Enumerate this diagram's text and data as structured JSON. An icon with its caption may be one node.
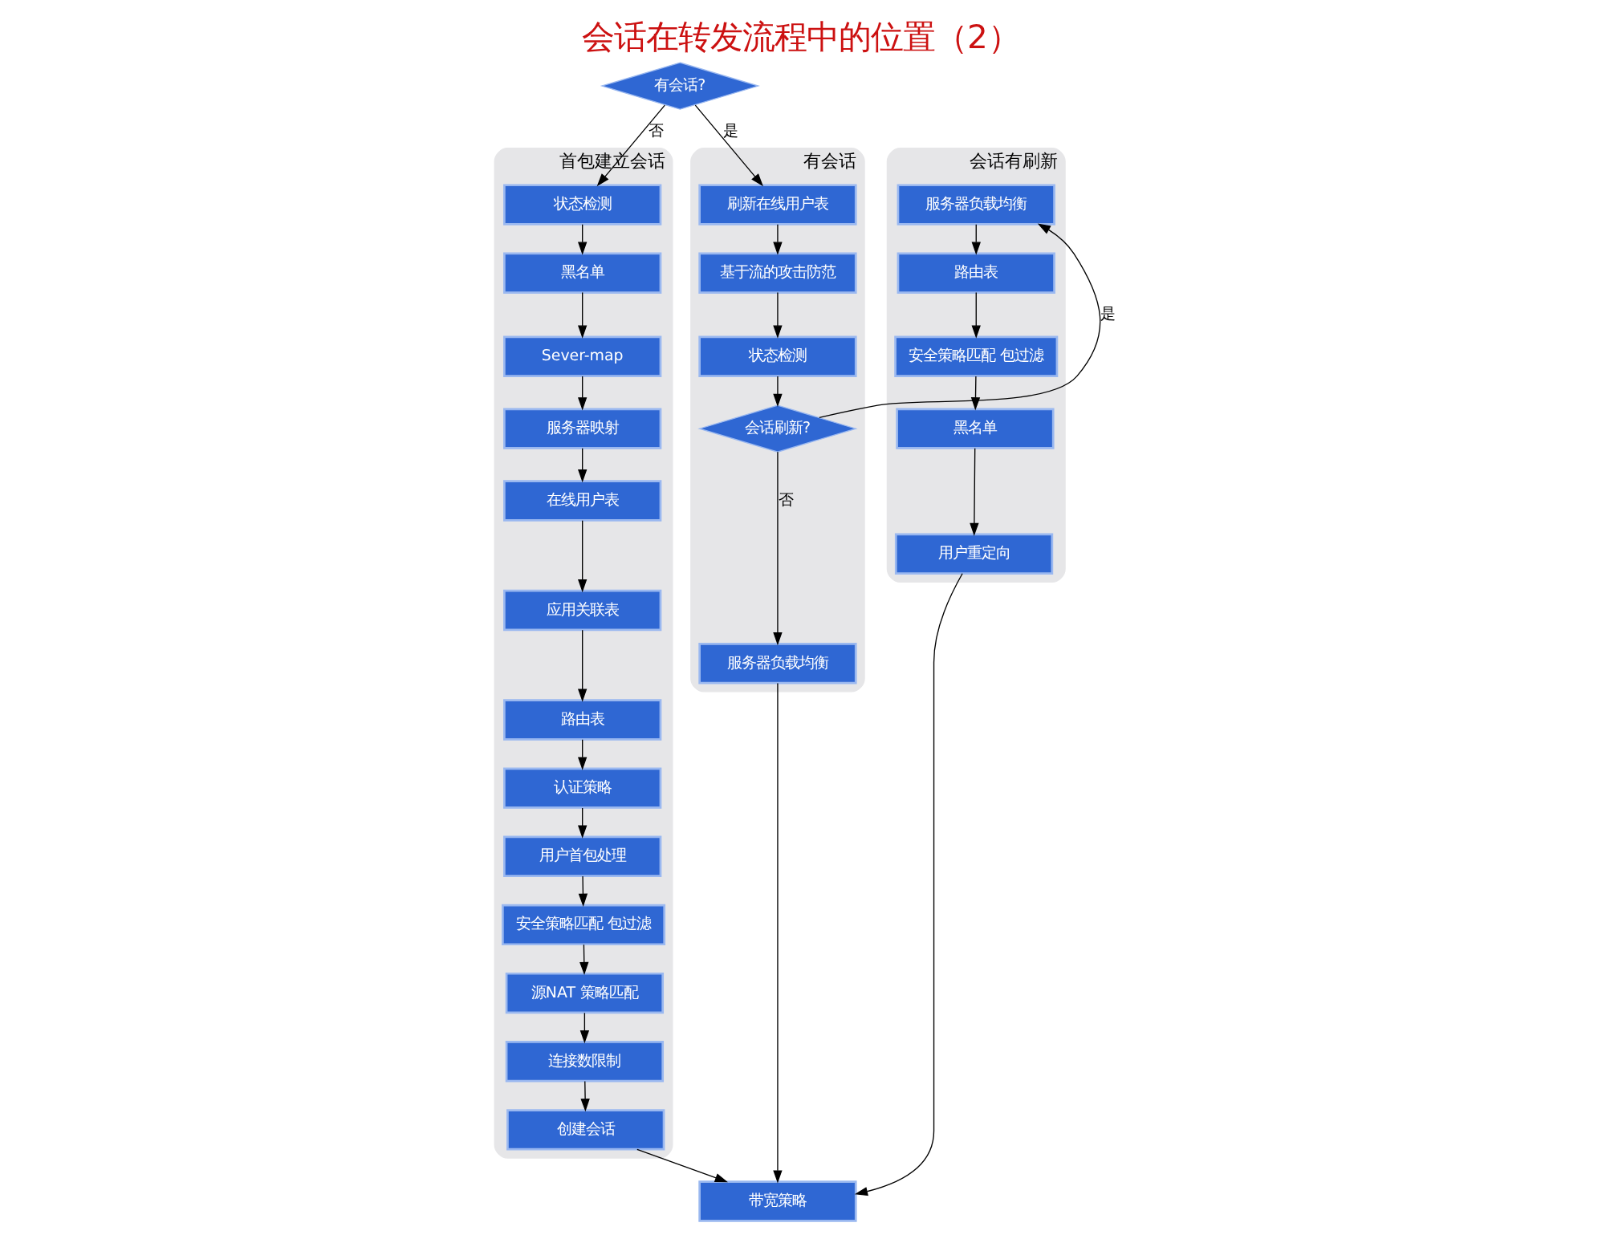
{
  "diagram": {
    "title": "会话在转发流程中的位置（2）",
    "nodes": [
      {
        "text": [
          "有会话?"
        ]
      },
      {
        "text": [
          "首包建立会话"
        ]
      },
      {
        "text": [
          "状态检测"
        ],
        "in": 1
      },
      {
        "text": [
          "黑名单"
        ],
        "in": 1
      },
      {
        "text": [
          "Sever-map"
        ],
        "in": 1
      },
      {
        "text": [
          "服务器映射"
        ],
        "in": 1
      },
      {
        "text": [
          "在线用户表"
        ],
        "in": 1
      },
      {
        "text": [
          "应用关联表"
        ],
        "in": 1
      },
      {
        "text": [
          "路由表"
        ],
        "in": 1
      },
      {
        "text": [
          "认证策略"
        ],
        "in": 1
      },
      {
        "text": [
          "用户首包处理"
        ],
        "in": 1
      },
      {
        "text": [
          "安全策略匹配 包过滤"
        ],
        "in": 1
      },
      {
        "text": [
          "源NAT 策略匹配"
        ],
        "in": 1
      },
      {
        "text": [
          "连接数限制"
        ],
        "in": 1
      },
      {
        "text": [
          "创建会话"
        ],
        "in": 1
      },
      {
        "text": [
          "会话有刷新"
        ]
      },
      {
        "text": [
          "服务器负载均衡"
        ],
        "in": 15
      },
      {
        "text": [
          "路由表"
        ],
        "in": 15
      },
      {
        "text": [
          "安全策略匹配 包过滤"
        ],
        "in": 15
      },
      {
        "text": [
          "黑名单"
        ],
        "in": 15
      },
      {
        "text": [
          "用户重定向"
        ],
        "in": 15
      },
      {
        "text": [
          "有会话"
        ]
      },
      {
        "text": [
          "刷新在线用户表"
        ],
        "in": 21
      },
      {
        "text": [
          "基于流的攻击防范"
        ],
        "in": 21
      },
      {
        "text": [
          "状态检测"
        ],
        "in": 21
      },
      {
        "text": [
          "会话刷新?"
        ],
        "in": 21
      },
      {
        "text": [
          "服务器负载均衡"
        ],
        "in": 21
      },
      {
        "text": [
          "带宽策略"
        ]
      }
    ],
    "edges": [
      {
        "from": 0,
        "to": 2,
        "arrow": "to",
        "label": "否"
      },
      {
        "from": 0,
        "to": 22,
        "arrow": "to",
        "label": "是"
      },
      {
        "from": 2,
        "to": 3,
        "arrow": "to"
      },
      {
        "from": 3,
        "to": 4,
        "arrow": "to"
      },
      {
        "from": 4,
        "to": 5,
        "arrow": "to"
      },
      {
        "from": 5,
        "to": 6,
        "arrow": "to"
      },
      {
        "from": 6,
        "to": 7,
        "arrow": "to"
      },
      {
        "from": 7,
        "to": 8,
        "arrow": "to"
      },
      {
        "from": 8,
        "to": 9,
        "arrow": "to"
      },
      {
        "from": 9,
        "to": 10,
        "arrow": "to"
      },
      {
        "from": 10,
        "to": 11,
        "arrow": "to"
      },
      {
        "from": 11,
        "to": 12,
        "arrow": "to"
      },
      {
        "from": 12,
        "to": 13,
        "arrow": "to"
      },
      {
        "from": 13,
        "to": 14,
        "arrow": "to"
      },
      {
        "from": 14,
        "to": 27,
        "arrow": "to"
      },
      {
        "from": 16,
        "to": 17,
        "arrow": "to"
      },
      {
        "from": 17,
        "to": 18,
        "arrow": "to"
      },
      {
        "from": 18,
        "to": 19,
        "arrow": "to"
      },
      {
        "from": 19,
        "to": 20,
        "arrow": "to"
      },
      {
        "from": 20,
        "to": 27,
        "arrow": "to"
      },
      {
        "from": 22,
        "to": 23,
        "arrow": "to"
      },
      {
        "from": 23,
        "to": 24,
        "arrow": "to"
      },
      {
        "from": 24,
        "to": 25,
        "arrow": "to"
      },
      {
        "from": 25,
        "to": 16,
        "arrow": "to",
        "label": "是"
      },
      {
        "from": 25,
        "to": 26,
        "arrow": "to",
        "label": "否"
      },
      {
        "from": 26,
        "to": 27,
        "arrow": "to"
      }
    ]
  }
}
